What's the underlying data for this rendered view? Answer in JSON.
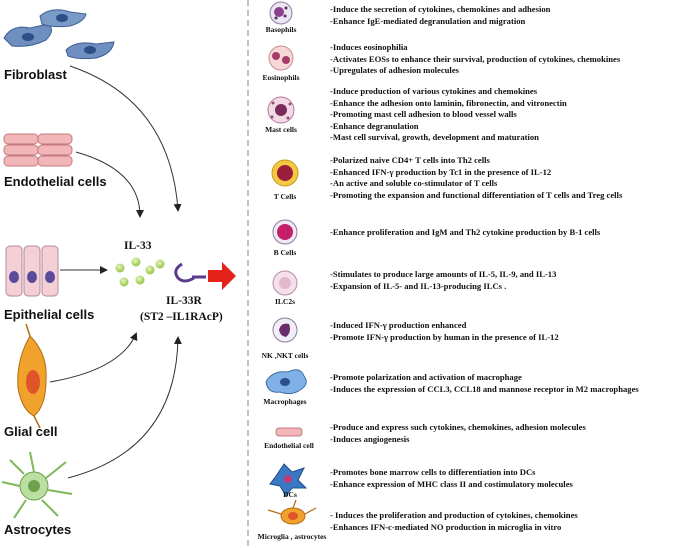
{
  "sources": [
    {
      "key": "fibroblast",
      "label": "Fibroblast"
    },
    {
      "key": "endothelial",
      "label": "Endothelial cells"
    },
    {
      "key": "epithelial",
      "label": "Epithelial cells"
    },
    {
      "key": "glial",
      "label": "Glial cell"
    },
    {
      "key": "astrocytes",
      "label": "Astrocytes"
    }
  ],
  "center": {
    "ligand": "IL-33",
    "receptor": "IL-33R",
    "receptor_complex": "(ST2 –IL1RAcP)"
  },
  "targets": [
    {
      "key": "basophils",
      "label": "Basophils",
      "effects": [
        "-Induce the secretion of cytokines, chemokines and adhesion",
        "-Enhance IgE-mediated degranulation and migration"
      ]
    },
    {
      "key": "eosinophils",
      "label": "Eosinophils",
      "effects": [
        "-Induces eosinophilia",
        "-Activates EOSs to enhance their survival, production of cytokines, chemokines",
        "-Upregulates of adhesion molecules"
      ]
    },
    {
      "key": "mast",
      "label": "Mast cells",
      "effects": [
        "-Induce production of various cytokines and chemokines",
        "-Enhance the adhesion onto laminin, fibronectin, and vitronectin",
        "-Promoting mast cell adhesion to blood vessel walls",
        "-Enhance degranulation",
        "-Mast cell survival, growth, development and maturation"
      ]
    },
    {
      "key": "tcells",
      "label": "T Cells",
      "effects": [
        "-Polarized naive CD4+ T cells into Th2 cells",
        "-Enhanced IFN-γ production by Tc1 in the presence of IL-12",
        "-An active and soluble co-stimulator of T cells",
        "-Promoting the expansion and functional differentiation of  T cells and Treg cells"
      ]
    },
    {
      "key": "bcells",
      "label": "B Cells",
      "effects": [
        "-Enhance proliferation and IgM and Th2 cytokine production by B-1 cells"
      ]
    },
    {
      "key": "ilc2",
      "label": "ILC2s",
      "effects": [
        "-Stimulates  to produce large amounts of IL-5, IL-9, and IL-13",
        "-Expansion of IL-5- and IL-13-producing ILCs ."
      ]
    },
    {
      "key": "nk",
      "label": "NK ,NKT cells",
      "effects": [
        "-Induced IFN-γ production enhanced",
        "-Promote IFN-γ production by human in the presence of IL-12"
      ]
    },
    {
      "key": "macro",
      "label": "Macrophages",
      "effects": [
        "-Promote polarization and activation of macrophage",
        "-Induces the expression of CCL3, CCL18 and mannose receptor in M2 macrophages"
      ]
    },
    {
      "key": "endo",
      "label": "Endothelial cell",
      "effects": [
        "-Produce and express such cytokines, chemokines, adhesion molecules",
        "-Induces angiogenesis"
      ]
    },
    {
      "key": "dcs",
      "label": "DCs",
      "effects": [
        "-Promotes bone marrow cells to differentiation into DCs",
        "-Enhance expression of MHC class II and costimulatory molecules"
      ]
    },
    {
      "key": "microglia",
      "label": "Microglia , astrocytes",
      "effects": [
        "- Induces the proliferation and production of cytokines, chemokines",
        "-Enhances IFN-c-mediated NO production in microglia in vitro"
      ]
    }
  ],
  "colors": {
    "arrow_red": "#e32219",
    "divider": "#9a9a9a",
    "epithelial_fill": "#f4cfd6",
    "endothelial_fill": "#f2b5b8",
    "fibroblast_fill": "#6f8fc0",
    "il33_dot": "#b5d86a",
    "receptor": "#5a3a8a",
    "glial_fill": "#f1a22c",
    "astro_fill": "#b9e0a0"
  }
}
